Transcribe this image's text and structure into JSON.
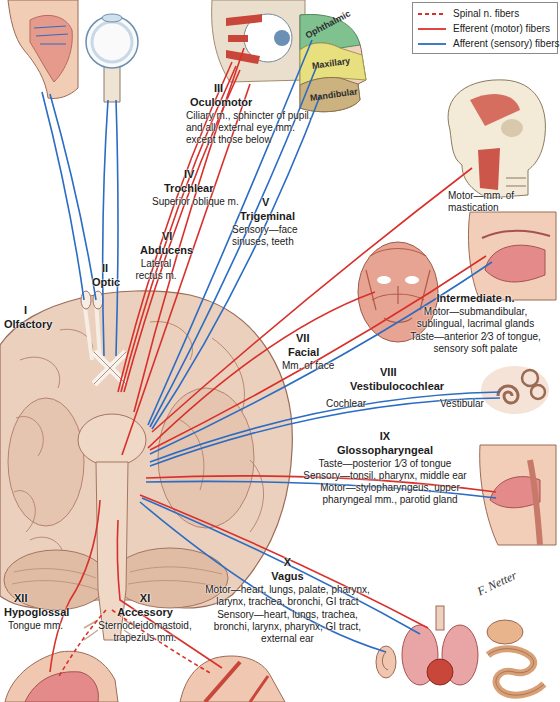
{
  "diagram": {
    "labels": [
      "I",
      "Olfactory",
      "II",
      "Optic",
      "III",
      "Oculomotor",
      "Ciliary m., sphincter of pupil, and all external eye mm. except those below",
      "Ophthalmic",
      "Maxillary",
      "Mandibular",
      "Motor—mm. of mastication",
      "IV",
      "Trochlear",
      "Superior oblique m.",
      "V",
      "Trigeminal",
      "Sensory—face sinuses, teeth",
      "VI",
      "Abducens",
      "Lateral rectus m.",
      "Intermediate n.",
      "Motor—submandibular, sublingual, lacrimal glands",
      "Taste—anterior 2⁄3 of tongue, sensory soft palate",
      "VII",
      "Facial",
      "Mm. of face",
      "VIII",
      "Vestibulocochlear",
      "Cochlear",
      "Vestibular",
      "IX",
      "Glossopharyngeal",
      "Taste—posterior 1⁄3 of tongue",
      "Sensory—tonsil, pharynx, middle ear",
      "Motor—stylopharyngeus, upper pharyngeal mm., parotid gland",
      "X",
      "Vagus",
      "Motor—heart, lungs, palate, pharynx, larynx, trachea, bronchi, GI tract",
      "Sensory—heart, lungs, trachea, bronchi, larynx, pharynx, GI tract, external ear",
      "XI",
      "Accessory",
      "Sternocleidomastoid, trapezius mm.",
      "XII",
      "Hypoglossal",
      "Tongue mm.",
      "F. Netter"
    ],
    "legend": [
      {
        "text": "Spinal n. fibers"
      },
      {
        "text": "Efferent (motor) fibers"
      },
      {
        "text": "Afferent (sensory) fibers"
      }
    ]
  }
}
